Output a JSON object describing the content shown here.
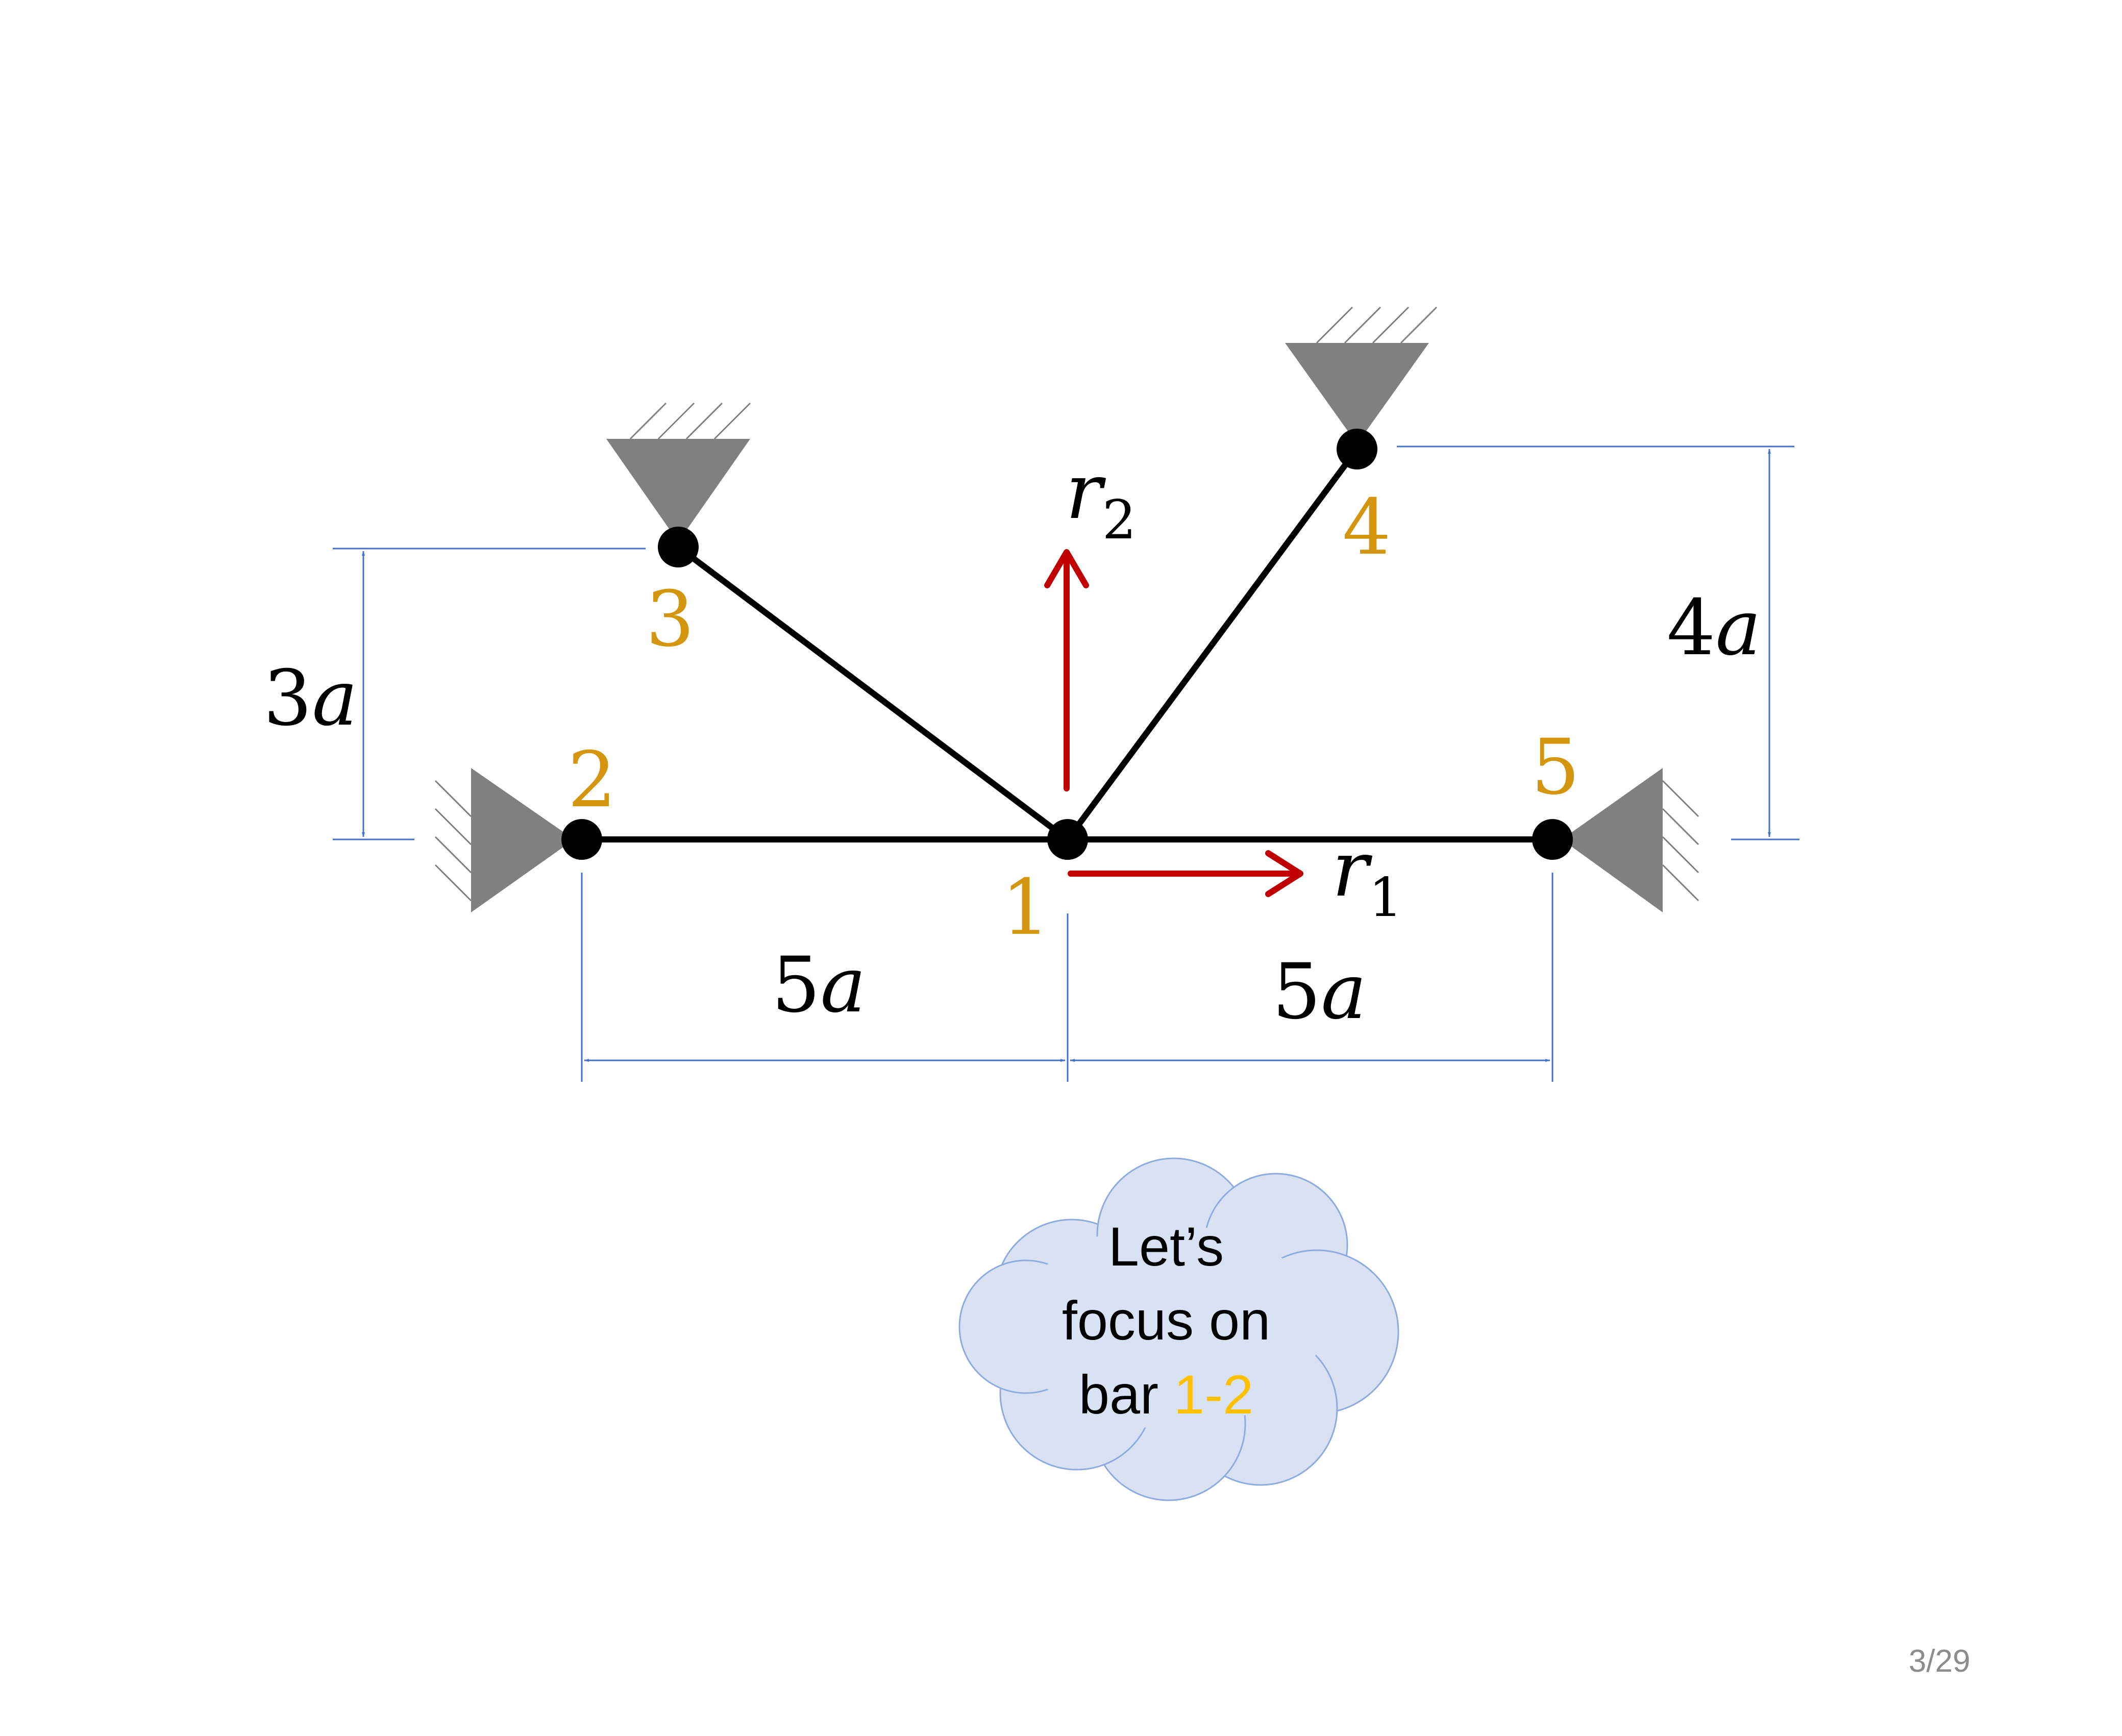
{
  "colors": {
    "member": "#000000",
    "support": "#808080",
    "dimension": "#4472c4",
    "node_label": "#d4960f",
    "dof_arrow": "#c00000",
    "cloud_fill": "#d9e2f3",
    "cloud_stroke": "#8faadc",
    "highlight": "#ffc000"
  },
  "nodes": [
    {
      "id": "1",
      "label": "1"
    },
    {
      "id": "2",
      "label": "2"
    },
    {
      "id": "3",
      "label": "3"
    },
    {
      "id": "4",
      "label": "4"
    },
    {
      "id": "5",
      "label": "5"
    }
  ],
  "members": [
    {
      "from": "1",
      "to": "2"
    },
    {
      "from": "1",
      "to": "3"
    },
    {
      "from": "1",
      "to": "4"
    },
    {
      "from": "1",
      "to": "5"
    }
  ],
  "dofs": {
    "r1": {
      "base": "r",
      "sub": "1"
    },
    "r2": {
      "base": "r",
      "sub": "2"
    }
  },
  "dimensions": {
    "left_span": {
      "num": "5",
      "var": "a"
    },
    "right_span": {
      "num": "5",
      "var": "a"
    },
    "height_3": {
      "num": "3",
      "var": "a"
    },
    "height_4": {
      "num": "4",
      "var": "a"
    }
  },
  "callout": {
    "line1": "Let’s",
    "line2": "focus on",
    "line3_prefix": "bar ",
    "line3_highlight": "1-2"
  },
  "page_number": "3/29"
}
